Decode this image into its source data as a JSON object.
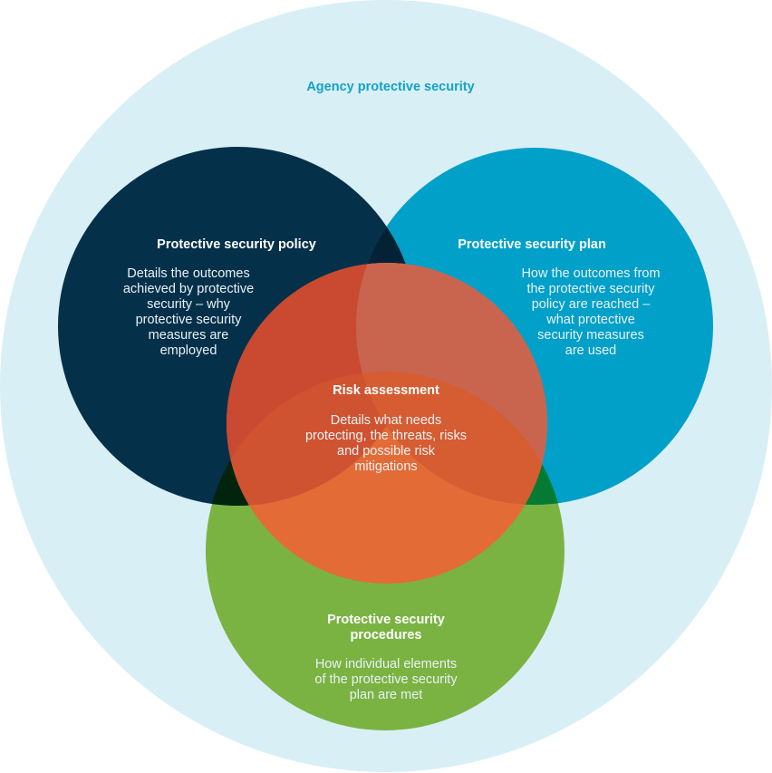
{
  "diagram": {
    "type": "venn",
    "outer": {
      "label": "Agency protective security",
      "color": "#d9eff6",
      "label_color": "#12a3c7"
    },
    "sets": {
      "policy": {
        "title": "Protective security policy",
        "description": "Details the outcomes\nachieved by protective\nsecurity – why\nprotective security\nmeasures are\nemployed",
        "color": "#05304a"
      },
      "plan": {
        "title": "Protective security plan",
        "description": "How the outcomes from\nthe protective security\npolicy are reached –\nwhat protective\nsecurity measures\nare used",
        "color": "#00a0c8"
      },
      "procedures": {
        "title": "Protective security\nprocedures",
        "description": "How individual elements\nof the protective security\nplan are met",
        "color": "#7ab342"
      },
      "risk": {
        "title": "Risk assessment",
        "description": "Details what needs\nprotecting, the threats, risks\nand possible risk\nmitigations",
        "color": "#e36b36"
      }
    },
    "overlap_colors": {
      "policy_plan": "#032236",
      "policy_procedures": "#01240f",
      "plan_procedures": "#047a32",
      "risk_over_policy": "#c94a30",
      "risk_over_plan": "#c9654f",
      "risk_over_policy_procedures": "#cf5331",
      "risk_over_plan_procedures": "#d65c32"
    }
  }
}
